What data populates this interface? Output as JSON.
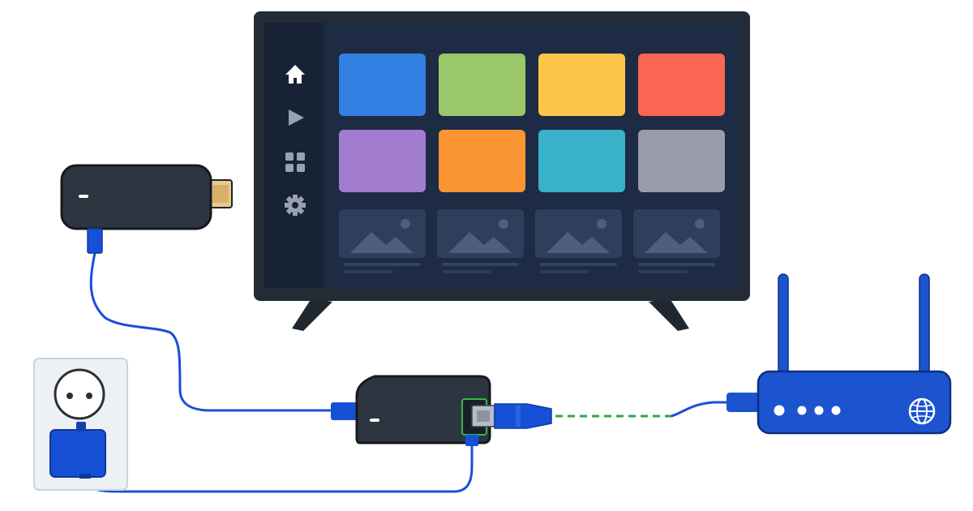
{
  "scene": {
    "tv": {
      "sidebar_icons": [
        "home-icon",
        "play-icon",
        "apps-icon",
        "gear-icon"
      ],
      "app_tiles": [
        {
          "name": "tile-blue",
          "color": "#3380E3"
        },
        {
          "name": "tile-green",
          "color": "#9BC76B"
        },
        {
          "name": "tile-yellow",
          "color": "#FDC54A"
        },
        {
          "name": "tile-red",
          "color": "#FA6651"
        },
        {
          "name": "tile-purple",
          "color": "#A27CCF"
        },
        {
          "name": "tile-orange",
          "color": "#FB9533"
        },
        {
          "name": "tile-teal",
          "color": "#39B2C9"
        },
        {
          "name": "tile-gray",
          "color": "#979CA8"
        }
      ],
      "thumbnail_count": 4,
      "frame_color": "#222B36",
      "screen_color": "#1D2B45",
      "sidebar_color": "#172235"
    },
    "colors": {
      "cable": "#1650D6",
      "device": "#2C3540",
      "router": "#1C54D0",
      "ethernet_dashed": "#2FA84A",
      "ethernet_port": "#39B54A",
      "hdmi_plug": "#EBC98A",
      "outlet_plate": "#EEF1F4"
    },
    "devices": [
      "streaming-stick",
      "ethernet-adapter",
      "wifi-router",
      "wall-outlet",
      "power-adapter"
    ]
  }
}
